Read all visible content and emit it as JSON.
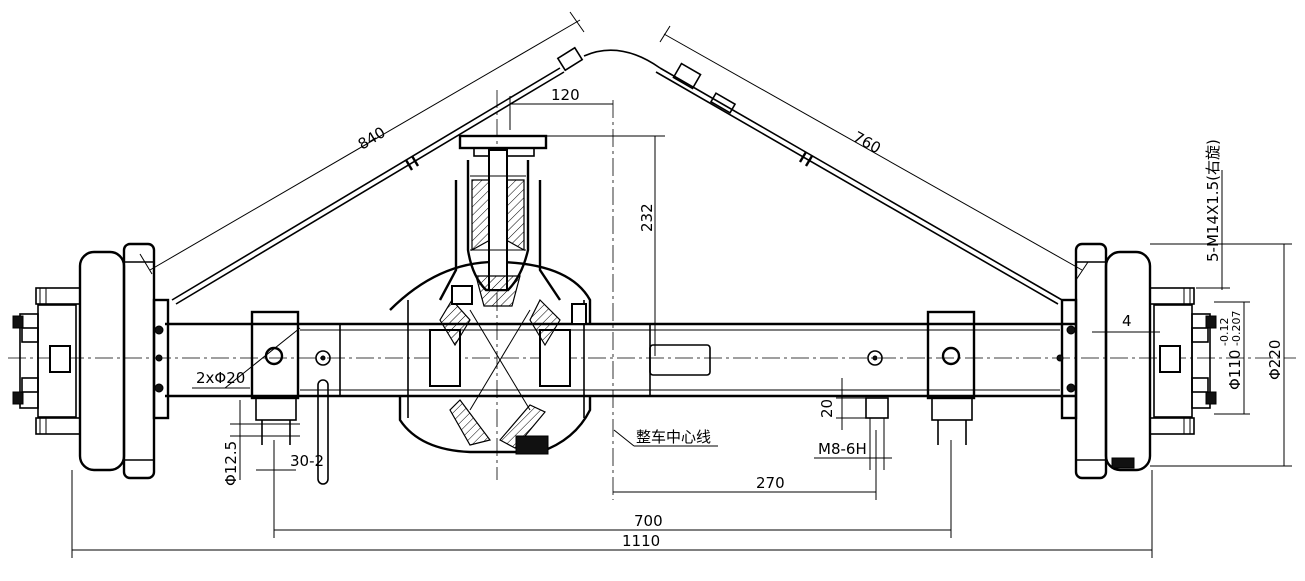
{
  "dimensions": {
    "d840": "840",
    "d760": "760",
    "d120": "120",
    "d232": "232",
    "d2x20": "2xΦ20",
    "d12_5": "Φ12.5",
    "d30_2": "30-2",
    "d20": "20",
    "dM8": "M8-6H",
    "d270": "270",
    "d700": "700",
    "d1110": "1110",
    "d4": "4",
    "d110_base": "Φ110",
    "d110_upper": "-0.12",
    "d110_lower": "-0.207",
    "d220": "Φ220",
    "dM14": "5-M14X1.5(右旋)"
  },
  "labels": {
    "vehicle_centerline": "整车中心线"
  }
}
